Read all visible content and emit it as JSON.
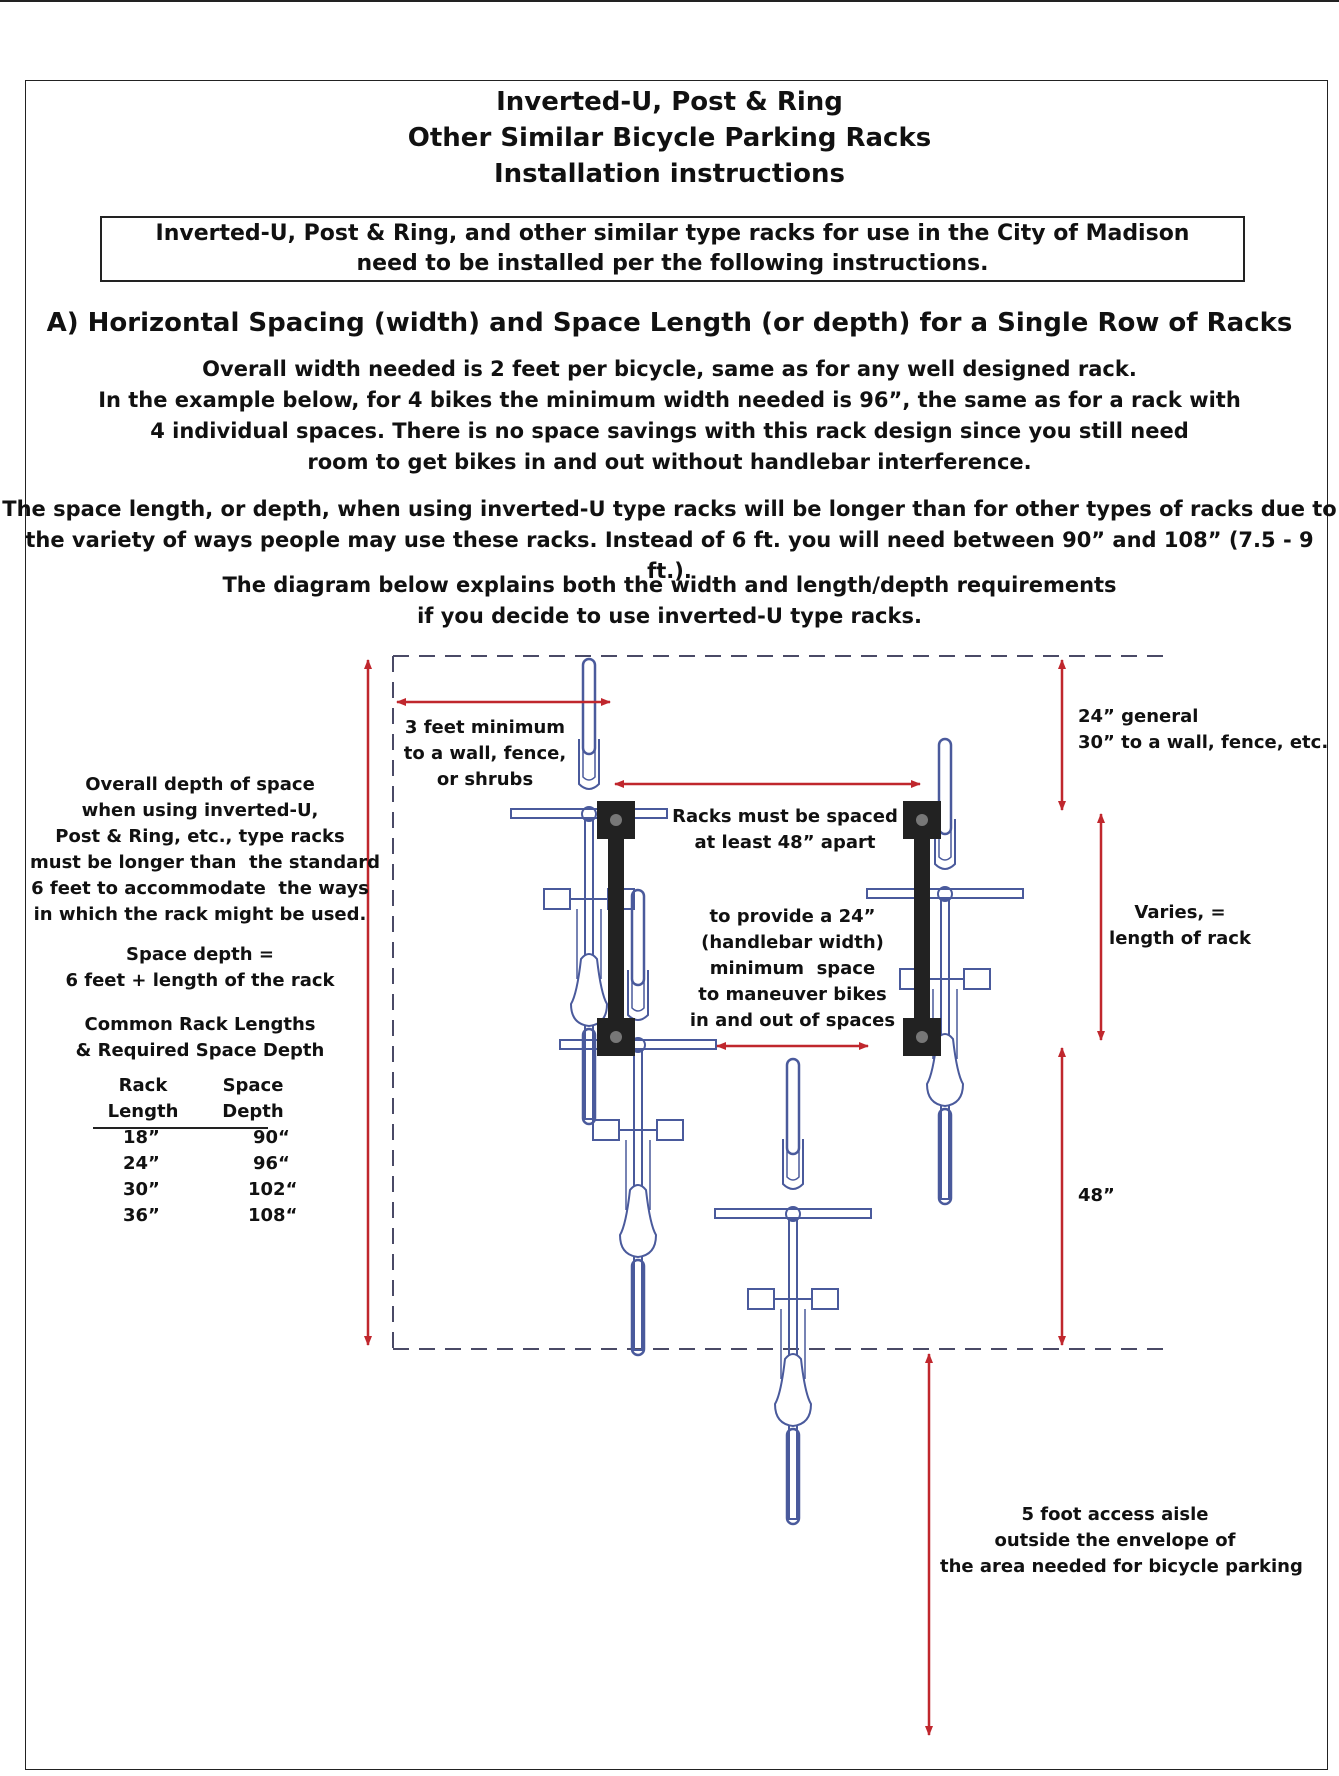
{
  "title_lines": [
    "Inverted-U, Post & Ring",
    "Other Similar Bicycle Parking Racks",
    "Installation instructions"
  ],
  "notice": {
    "line1": "Inverted-U, Post & Ring, and other similar type racks for use in the City of Madison",
    "line2": "need to be installed per the following instructions."
  },
  "section_heading": "A) Horizontal Spacing (width) and Space Length (or depth) for a Single Row of Racks",
  "paragraph1": [
    "Overall width needed is 2 feet per bicycle, same as for any well designed rack.",
    "In the example below, for 4 bikes the minimum width needed is 96”,  the same as for a rack with",
    "4 individual spaces.   There is no space savings with this rack design since you still need",
    "room to get bikes in and out without handlebar interference."
  ],
  "paragraph2": [
    "The space length, or depth, when using inverted-U type racks will be longer than for other types of racks due to",
    "the variety of ways people may use these racks.  Instead of 6 ft. you will need between 90” and 108” (7.5 - 9 ft.)."
  ],
  "paragraph3": [
    "The diagram below explains both the width and length/depth requirements",
    "if you decide to use inverted-U type racks."
  ],
  "labels": {
    "overall_depth": "Overall depth of space\nwhen using inverted-U,\nPost & Ring, etc., type racks\nmust be longer than  the standard\n6 feet to accommodate  the ways\nin which the rack might be used.",
    "space_depth": "Space depth =\n6 feet + length of the rack",
    "common_lengths": "Common Rack Lengths\n& Required Space Depth",
    "three_feet": "3 feet minimum\nto a wall, fence,\nor shrubs",
    "racks_spaced": "Racks must be spaced\nat least 48” apart",
    "provide_space": "to provide a 24”\n(handlebar width)\nminimum  space\nto maneuver bikes\nin and out of spaces",
    "general": "24” general\n30” to a wall, fence, etc.",
    "varies": "Varies, =\nlength of rack",
    "forty_eight": "48”",
    "aisle": "5 foot access aisle\noutside the envelope of\nthe area needed for bicycle parking"
  },
  "rack_table": {
    "headers": [
      [
        "Rack",
        "Length"
      ],
      [
        "Space",
        "Depth"
      ]
    ],
    "rows": [
      {
        "length": "18”",
        "depth": "90“"
      },
      {
        "length": "24”",
        "depth": "96“"
      },
      {
        "length": "30”",
        "depth": "102“"
      },
      {
        "length": "36”",
        "depth": "108“"
      }
    ]
  },
  "colors": {
    "arrow": "#c0272d",
    "bike": "#4a5a9c",
    "rack": "#222222",
    "envelope": "#4a4a66"
  }
}
